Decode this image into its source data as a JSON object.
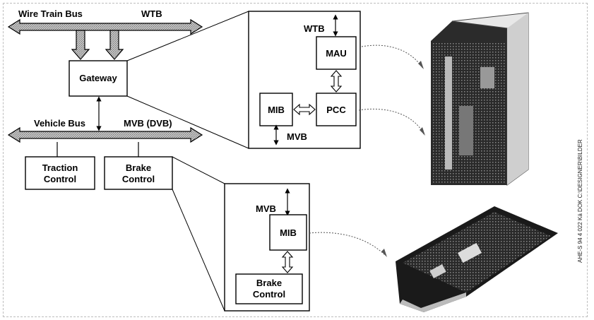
{
  "labels": {
    "wire_train_bus": "Wire Train Bus",
    "wtb_top": "WTB",
    "gateway": "Gateway",
    "vehicle_bus": "Vehicle Bus",
    "mvb_dvb": "MVB (DVB)",
    "traction_1": "Traction",
    "traction_2": "Control",
    "brake_1": "Brake",
    "brake_2": "Control",
    "wtb_inner": "WTB",
    "mau": "MAU",
    "mib_1": "MIB",
    "pcc": "PCC",
    "mvb_1": "MVB",
    "mvb_2": "MVB",
    "mib_2": "MIB",
    "brake_inner_1": "Brake",
    "brake_inner_2": "Control"
  },
  "side_note": "AHE-S 94 4 022 Kä   DOK C:\\DESIGNER\\BILDER",
  "colors": {
    "line": "#000000",
    "hatch": "#6a6a6a",
    "device_dark": "#1a1a1a"
  }
}
